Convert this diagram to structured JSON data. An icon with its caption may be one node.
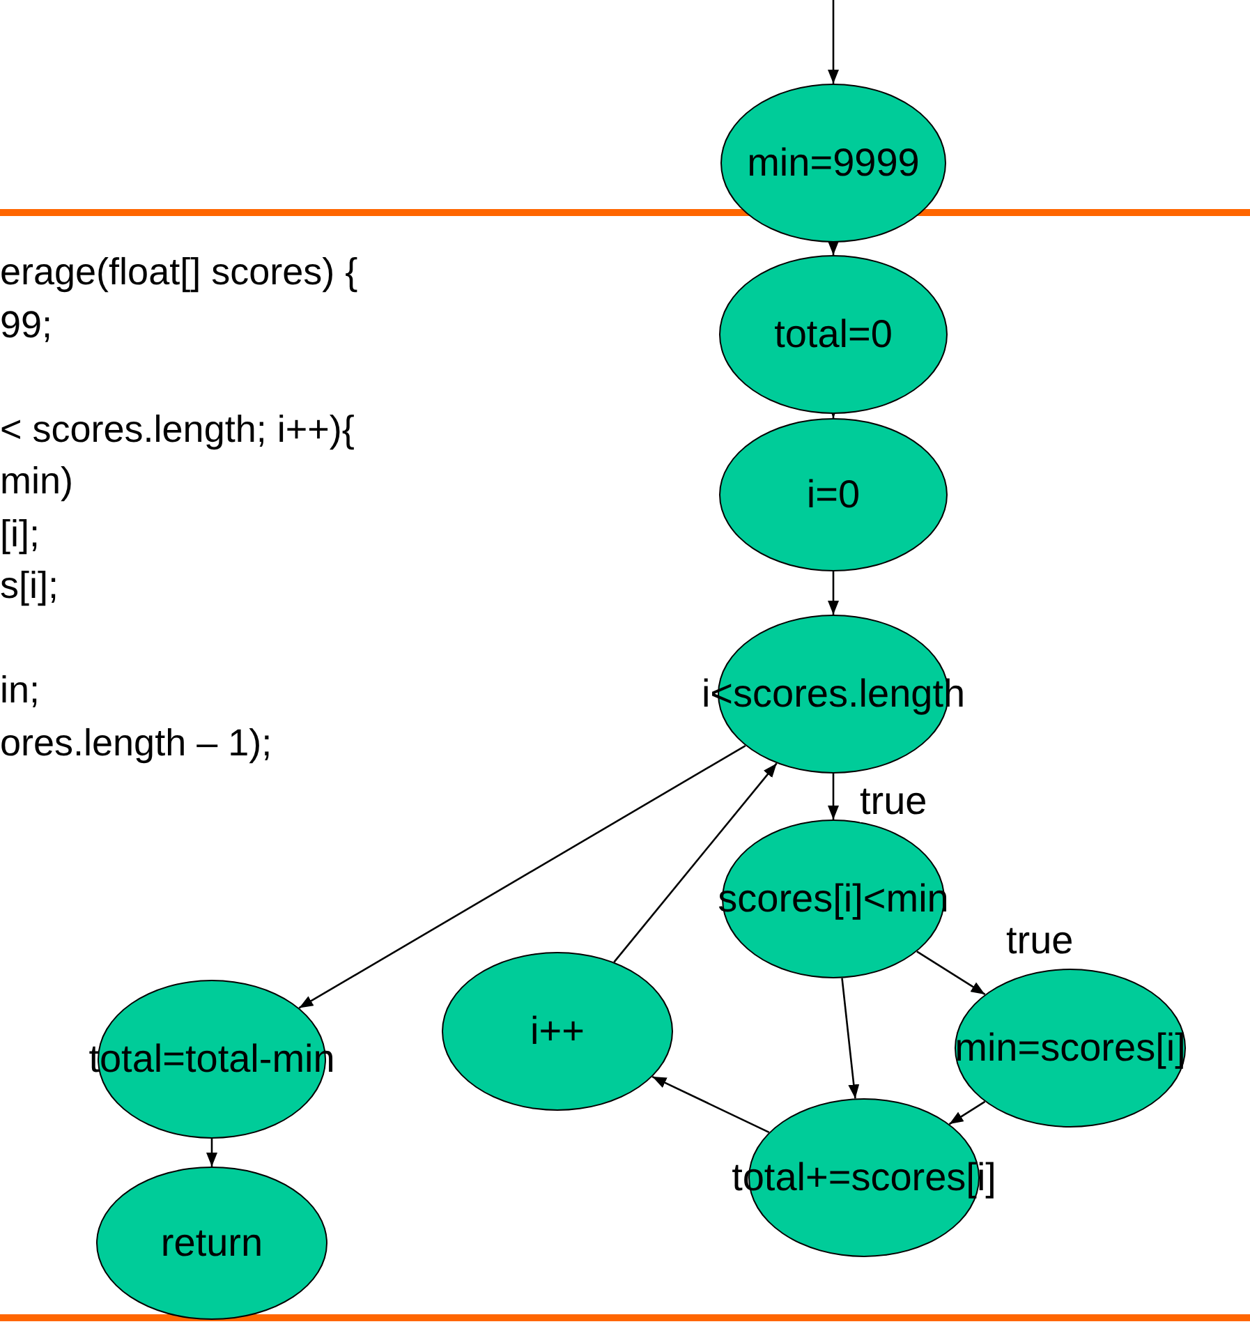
{
  "diagram": {
    "nodes": [
      {
        "text": [
          "min=9999"
        ]
      },
      {
        "text": [
          "total=0"
        ]
      },
      {
        "text": [
          "i=0"
        ]
      },
      {
        "text": [
          "i<scores.length"
        ]
      },
      {
        "text": [
          "scores[i]<min"
        ]
      },
      {
        "text": [
          "min=scores[i]"
        ]
      },
      {
        "text": [
          "total+=scores[i]"
        ]
      },
      {
        "text": [
          "i++"
        ]
      },
      {
        "text": [
          "total=total-min"
        ]
      },
      {
        "text": [
          "return"
        ]
      }
    ],
    "edges": [
      {
        "from": null,
        "to": 0,
        "arrow": "to"
      },
      {
        "from": 0,
        "to": 1,
        "arrow": "to"
      },
      {
        "from": 1,
        "to": 2,
        "arrow": "to"
      },
      {
        "from": 2,
        "to": 3,
        "arrow": "to"
      },
      {
        "from": 3,
        "to": 4,
        "arrow": "to",
        "label": "true"
      },
      {
        "from": 4,
        "to": 5,
        "arrow": "to",
        "label": "true"
      },
      {
        "from": 4,
        "to": 6,
        "arrow": "to"
      },
      {
        "from": 5,
        "to": 6,
        "arrow": "to"
      },
      {
        "from": 6,
        "to": 7,
        "arrow": "to"
      },
      {
        "from": 7,
        "to": 3,
        "arrow": "to"
      },
      {
        "from": 3,
        "to": 8,
        "arrow": "to"
      },
      {
        "from": 8,
        "to": 9,
        "arrow": "to"
      }
    ],
    "labels": [
      "erage(float[] scores) {",
      "99;",
      "< scores.length; i++){",
      "min)",
      "[i];",
      "s[i];",
      "in;",
      "ores.length – 1);"
    ]
  }
}
